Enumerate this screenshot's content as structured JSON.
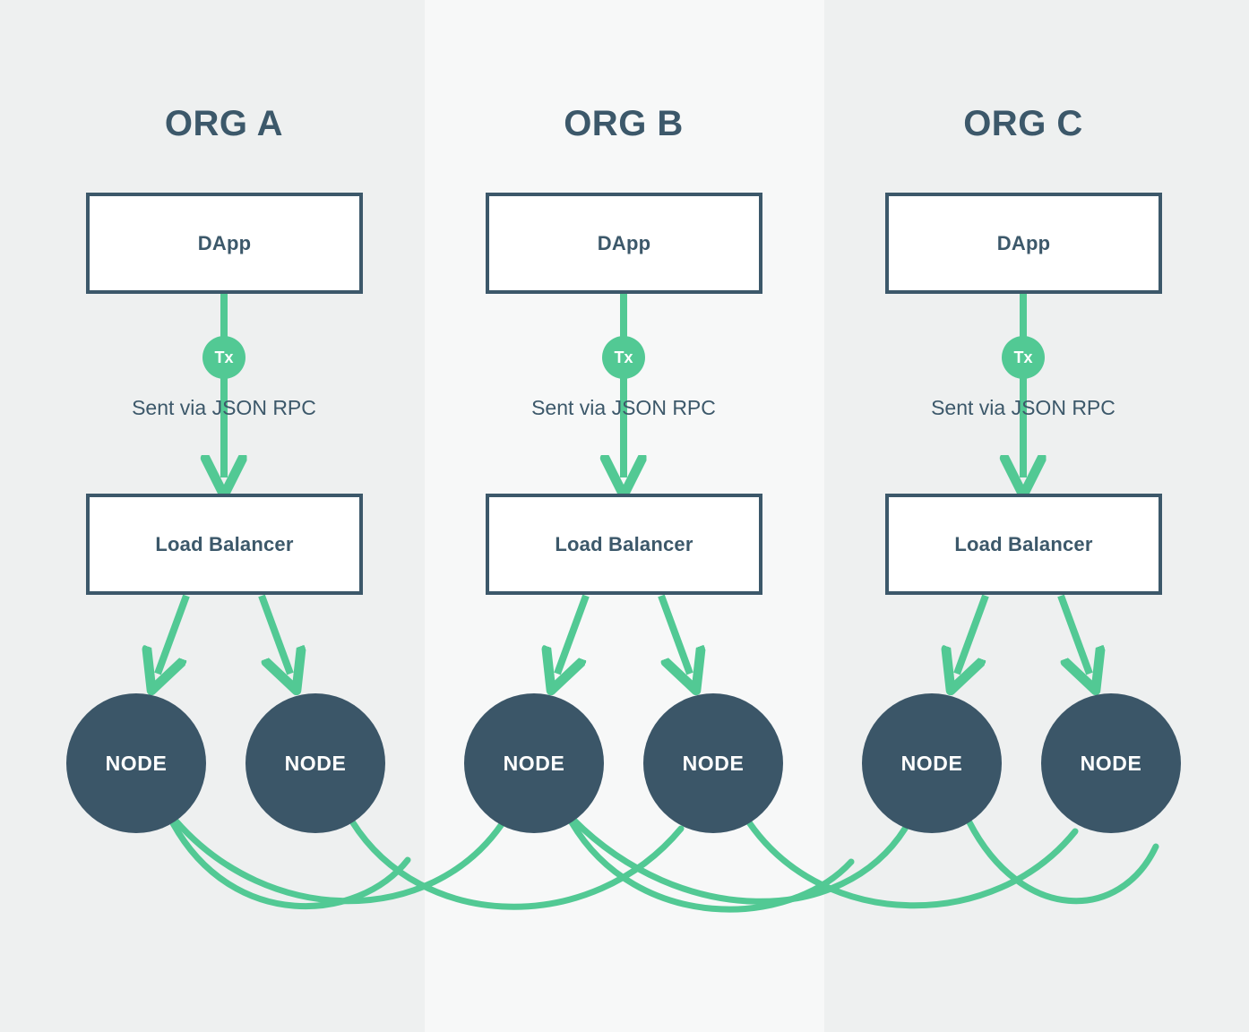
{
  "diagram": {
    "title_hidden": "",
    "palette": {
      "navy": "#3b5668",
      "green": "#52c994",
      "band_light": "#f7f8f8",
      "band_gray": "#eef0f0",
      "box_fill": "#ffffff"
    },
    "columns": [
      {
        "id": "org-a",
        "title": "ORG A",
        "band_color": "#eef0f0",
        "dapp_label": "DApp",
        "tx_label": "Tx",
        "rpc_label": "Sent via JSON RPC",
        "load_balancer_label": "Load Balancer",
        "nodes": [
          {
            "label": "NODE"
          },
          {
            "label": "NODE"
          }
        ]
      },
      {
        "id": "org-b",
        "title": "ORG B",
        "band_color": "#f7f8f8",
        "dapp_label": "DApp",
        "tx_label": "Tx",
        "rpc_label": "Sent via JSON RPC",
        "load_balancer_label": "Load Balancer",
        "nodes": [
          {
            "label": "NODE"
          },
          {
            "label": "NODE"
          }
        ]
      },
      {
        "id": "org-c",
        "title": "ORG C",
        "band_color": "#eef0f0",
        "dapp_label": "DApp",
        "tx_label": "Tx",
        "rpc_label": "Sent via JSON RPC",
        "load_balancer_label": "Load Balancer",
        "nodes": [
          {
            "label": "NODE"
          },
          {
            "label": "NODE"
          }
        ]
      }
    ],
    "icons": {
      "tx_badge": "tx-circle-icon",
      "arrow": "arrow-down-icon",
      "mesh": "peer-mesh-icon"
    }
  }
}
